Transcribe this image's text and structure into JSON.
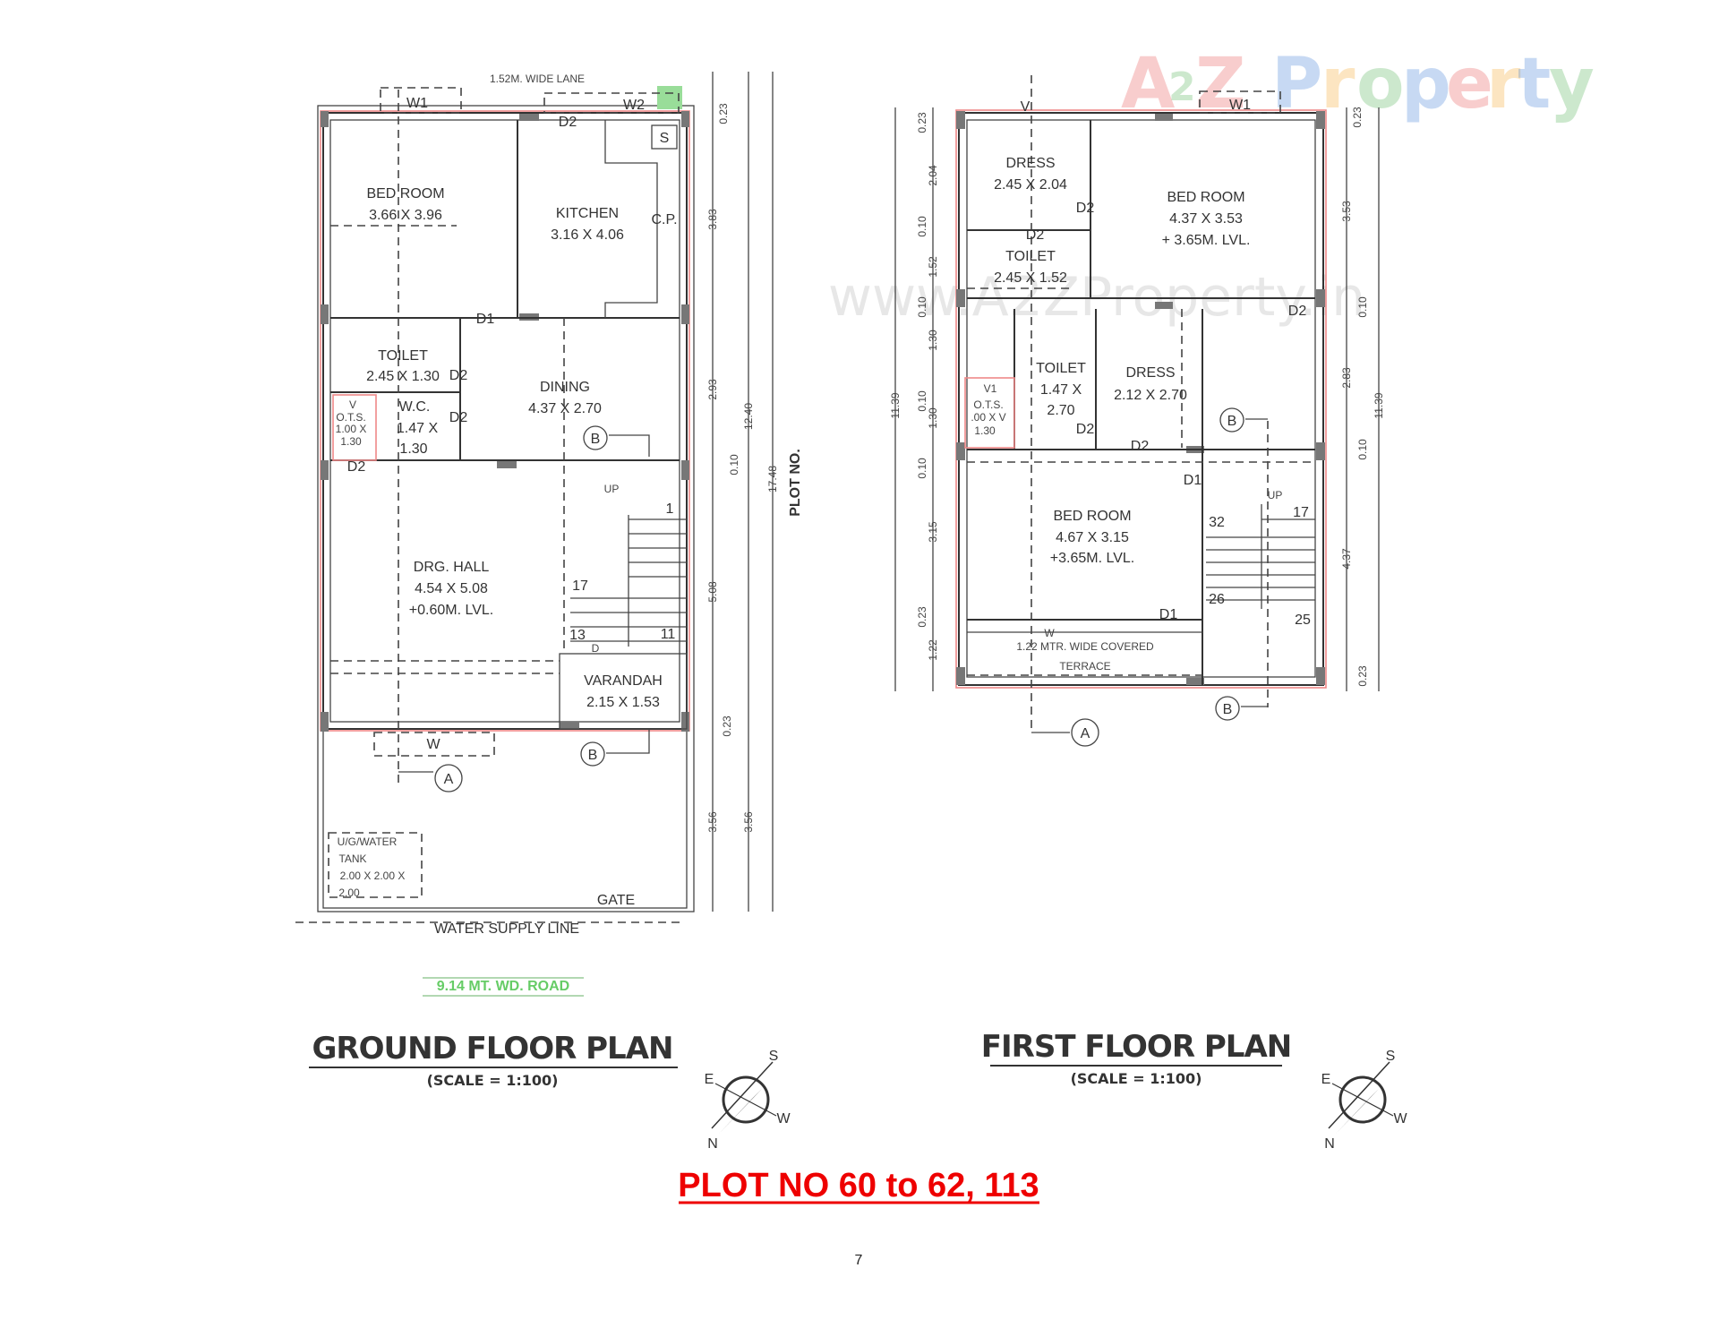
{
  "watermark": {
    "logo": "A2Z Property",
    "site": "www.A2ZProperty.in",
    "colors": [
      "#e85050",
      "#4caf50",
      "#3a7bd5",
      "#f5a623"
    ]
  },
  "ground_floor": {
    "title": "GROUND FLOOR PLAN",
    "scale": "(SCALE = 1:100)",
    "lane": "1.52M. WIDE LANE",
    "road": "9.14 MT. WD. ROAD",
    "water_supply_line": "WATER SUPPLY LINE",
    "gate": "GATE",
    "plot_no": "PLOT NO.",
    "openings": {
      "w1": "W1",
      "w2": "W2",
      "d2_kitchen": "D2",
      "sink": "S",
      "cp": "C.P.",
      "d1": "D1",
      "d2_toilet": "D2",
      "d2_wc": "D2",
      "d2_ots": "D2",
      "v": "V",
      "w": "W",
      "d": "D",
      "up": "UP"
    },
    "rooms": {
      "bedroom": {
        "name": "BED ROOM",
        "size": "3.66 X 3.96"
      },
      "kitchen": {
        "name": "KITCHEN",
        "size": "3.16 X 4.06"
      },
      "toilet": {
        "name": "TOILET",
        "size": "2.45 X 1.30"
      },
      "wc": {
        "name": "W.C.",
        "size1": "1.47 X",
        "size2": "1.30"
      },
      "ots": {
        "name": "O.T.S.",
        "size1": "1.00 X",
        "size2": "1.30"
      },
      "dining": {
        "name": "DINING",
        "size": "4.37 X 2.70"
      },
      "drg_hall": {
        "name": "DRG. HALL",
        "size": "4.54 X 5.08",
        "level": "+0.60M. LVL."
      },
      "varandah": {
        "name": "VARANDAH",
        "size": "2.15 X 1.53"
      },
      "tank": {
        "name1": "U/G/WATER",
        "name2": "TANK",
        "size1": "2.00 X 2.00 X",
        "size2": "2.00"
      }
    },
    "stair_numbers": [
      "1",
      "17",
      "13",
      "11"
    ],
    "section_marks": [
      "B",
      "B",
      "A"
    ],
    "dims_inner": [
      "0.23",
      "3.83",
      "2.93",
      "0.10",
      "5.08",
      "0.23",
      "3.56"
    ],
    "dims_mid": [
      "12.40",
      "3.56"
    ],
    "dims_outer": [
      "17.48"
    ]
  },
  "first_floor": {
    "title": "FIRST FLOOR PLAN",
    "scale": "(SCALE = 1:100)",
    "openings": {
      "v": "V",
      "w1": "W1",
      "d2_dress": "D2",
      "d2_toilet": "D2",
      "d2_bed": "D2",
      "d2_toilet2": "D2",
      "d2_dress2": "D2",
      "v1": "V1",
      "d1": "D1",
      "d1_b": "D1",
      "w": "W",
      "up": "UP"
    },
    "rooms": {
      "dress1": {
        "name": "DRESS",
        "size": "2.45 X 2.04"
      },
      "toilet1": {
        "name": "TOILET",
        "size": "2.45 X 1.52"
      },
      "bedroom1": {
        "name": "BED ROOM",
        "size": "4.37 X 3.53",
        "level": "+ 3.65M. LVL."
      },
      "toilet2": {
        "name": "TOILET",
        "size1": "1.47 X",
        "size2": "2.70"
      },
      "dress2": {
        "name": "DRESS",
        "size": "2.12 X 2.70"
      },
      "ots": {
        "name": "O.T.S.",
        "size1": ".00 X V",
        "size2": "1.30"
      },
      "bedroom2": {
        "name": "BED ROOM",
        "size": "4.67 X 3.15",
        "level": "+3.65M. LVL."
      },
      "terrace": {
        "line1": "1.22 MTR. WIDE COVERED",
        "line2": "TERRACE"
      }
    },
    "stair_numbers": [
      "17",
      "32",
      "26",
      "25"
    ],
    "section_marks": [
      "B",
      "B",
      "A"
    ],
    "dims_left": [
      "0.23",
      "2.04",
      "0.10",
      "1.52",
      "0.10",
      "1.30",
      "0.10",
      "1.30",
      "0.10",
      "3.15",
      "0.23",
      "1.22"
    ],
    "dims_left_total": "11.39",
    "dims_right": [
      "0.23",
      "3.53",
      "0.10",
      "2.83",
      "0.10",
      "4.37",
      "0.23"
    ],
    "dims_right_total": "11.39"
  },
  "compass": {
    "n": "N",
    "s": "S",
    "e": "E",
    "w": "W"
  },
  "plot_heading": "PLOT NO 60 to 62, 113",
  "page_number": "7"
}
